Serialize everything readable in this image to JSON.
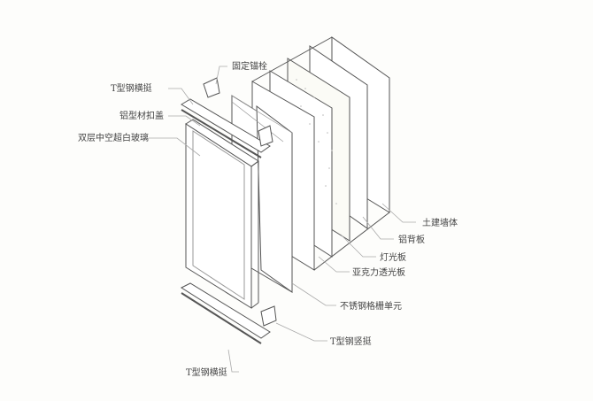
{
  "labels": {
    "anchor_bolt": "固定锚栓",
    "t_steel_top_rail": "T型钢横挺",
    "aluminum_cover": "铝型材扣盖",
    "double_glass": "双层中空超白玻璃",
    "civil_wall": "土建墙体",
    "aluminum_back_panel": "铝背板",
    "light_panel": "灯光板",
    "acrylic_panel": "亚克力透光板",
    "steel_grille_unit": "不锈钢格栅单元",
    "t_steel_mullion": "T型钢竖挺",
    "t_steel_bottom_rail": "T型钢横挺"
  }
}
